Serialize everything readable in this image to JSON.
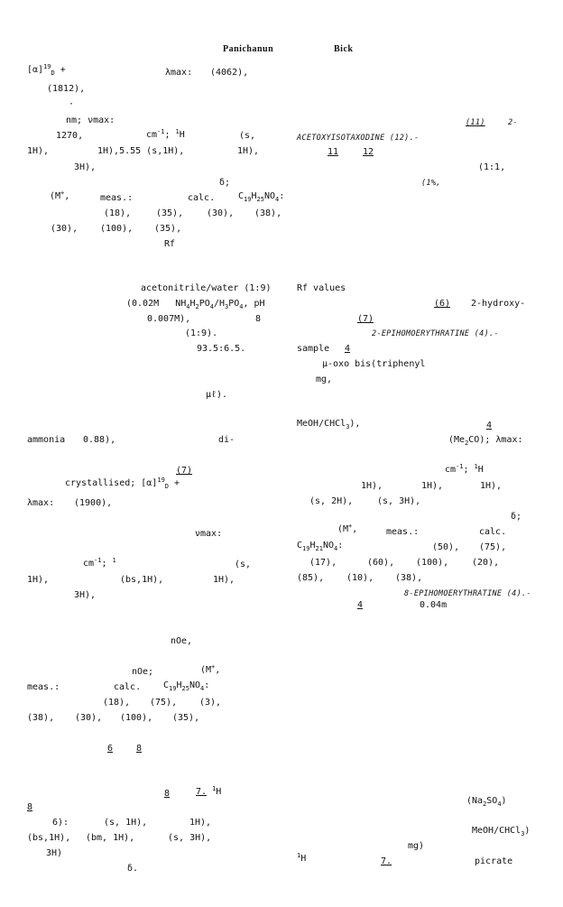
{
  "header": {
    "left": "Panichanun",
    "right": "Bick"
  },
  "left_column": {
    "l1_a": "[α]",
    "l1_sup": "19",
    "l1_sub": "D",
    "l1_b": "+",
    "l1_c": "λmax:",
    "l1_d": "(4062),",
    "l2": "(1812),",
    "l3_dot": "·",
    "l4": "nm; νmax:",
    "l5_a": "1270,",
    "l5_b": "cm",
    "l5_b_sup": "-1",
    "l5_c": ";",
    "l5_c_sup": "1",
    "l5_d": "H",
    "l5_e": "(s,",
    "l6_a": "1H),",
    "l6_b": "1H),5.55 (s,1H),",
    "l6_c": "1H),",
    "l7": "3H),",
    "l8": "δ;",
    "l9_a": "(M",
    "l9_a_sup": "+",
    "l9_b": ",",
    "l9_c": "meas.:",
    "l9_d": "calc.",
    "l9_e": "C",
    "l9_e_sub1": "19",
    "l9_f": "H",
    "l9_f_sub": "25",
    "l9_g": "NO",
    "l9_g_sub": "4",
    "l9_h": ":",
    "l10_a": "(18),",
    "l10_b": "(35),",
    "l10_c": "(30),",
    "l10_d": "(38),",
    "l11_a": "(30),",
    "l11_b": "(100),",
    "l11_c": "(35),",
    "l12": "Rf",
    "l13": "acetonitrile/water (1:9)",
    "l14_a": "(0.02M",
    "l14_b": "NH",
    "l14_b_sub": "4",
    "l14_c": "H",
    "l14_c_sub": "2",
    "l14_d": "PO",
    "l14_d_sub": "4",
    "l14_e": "/H",
    "l14_e_sub": "3",
    "l14_f": "PO",
    "l14_f_sub": "4",
    "l14_g": ", pH",
    "l15_a": "0.007M),",
    "l15_b": "8",
    "l16": "(1:9).",
    "l17": "93.5:6.5.",
    "l18": "μℓ).",
    "l19_a": "ammonia",
    "l19_b": "0.88),",
    "l19_c": "di-",
    "l20": "(7)",
    "l21_a": "crystallised; [α]",
    "l21_sup": "19",
    "l21_sub": "D",
    "l21_b": "+",
    "l22_a": "λmax:",
    "l22_b": "(1900),",
    "l23": "νmax:",
    "l24_a": "cm",
    "l24_sup": "-1",
    "l24_b": ";",
    "l24_sup2": "1",
    "l24_c": "(s,",
    "l25_a": "1H),",
    "l25_b": "(bs,1H),",
    "l25_c": "1H),",
    "l26": "3H),",
    "l27": "nOe,",
    "l28_a": "nOe;",
    "l28_b": "(M",
    "l28_sup": "+",
    "l28_c": ",",
    "l29_a": "meas.:",
    "l29_b": "calc.",
    "l29_c": "C",
    "l29_sub1": "19",
    "l29_d": "H",
    "l29_sub2": "25",
    "l29_e": "NO",
    "l29_sub3": "4",
    "l29_f": ":",
    "l30_a": "(18),",
    "l30_b": "(75),",
    "l30_c": "(3),",
    "l31_a": "(38),",
    "l31_b": "(30),",
    "l31_c": "(100),",
    "l31_d": "(35),",
    "l32_a": "6",
    "l32_b": "8",
    "l33_a": "8",
    "l33_b": "7.",
    "l33_sup": "1",
    "l33_c": "H",
    "l34": "8",
    "l35_a": "6):",
    "l35_b": "(s, 1H),",
    "l35_c": "1H),",
    "l36_a": "(bs,1H),",
    "l36_b": "(bm, 1H),",
    "l36_c": "(s, 3H),",
    "l37": "3H)",
    "l38": "δ."
  },
  "right_column": {
    "r1_a": "(11)",
    "r1_b": "2-",
    "r2": "ACETOXYISOTAXODINE (12).-",
    "r3_a": "11",
    "r3_b": "12",
    "r4": "(1:1,",
    "r5": "(1%,",
    "r6": "Rf values",
    "r7_a": "(6)",
    "r7_b": "2-hydroxy-",
    "r8": "(7)",
    "r9": "2-EPIHOMOERYTHRATINE (4).-",
    "r10_a": "sample",
    "r10_b": "4",
    "r11": "μ-oxo bis(triphenyl",
    "r12": "mg,",
    "r13_a": "MeOH/CHCl",
    "r13_sub": "3",
    "r13_b": "),",
    "r13_c": "4",
    "r14_a": "(Me",
    "r14_sub": "2",
    "r14_b": "CO); λmax:",
    "r15_a": "cm",
    "r15_sup": "-1",
    "r15_b": ";",
    "r15_sup2": "1",
    "r15_c": "H",
    "r16_a": "1H),",
    "r16_b": "1H),",
    "r16_c": "1H),",
    "r17_a": "(s, 2H),",
    "r17_b": "(s, 3H),",
    "r18": "δ;",
    "r19_a": "(M",
    "r19_sup": "+",
    "r19_b": ",",
    "r19_c": "meas.:",
    "r19_d": "calc.",
    "r20_a": "C",
    "r20_sub1": "19",
    "r20_b": "H",
    "r20_sub2": "21",
    "r20_c": "NO",
    "r20_sub3": "4",
    "r20_d": ":",
    "r20_e": "(50),",
    "r20_f": "(75),",
    "r21_a": "(17),",
    "r21_b": "(60),",
    "r21_c": "(100),",
    "r21_d": "(20),",
    "r22_a": "(85),",
    "r22_b": "(10),",
    "r22_c": "(38),",
    "r23": "8-EPIHOMOERYTHRATINE (4).-",
    "r24_a": "4",
    "r24_b": "0.04m",
    "r25_a": "(Na",
    "r25_sub": "2",
    "r25_b": "SO",
    "r25_sub2": "4",
    "r25_c": ")",
    "r26_a": "MeOH/CHCl",
    "r26_sub": "3",
    "r26_b": ")",
    "r27": "mg)",
    "r28_sup": "1",
    "r28_a": "H",
    "r28_b": "7.",
    "r28_c": "picrate"
  }
}
